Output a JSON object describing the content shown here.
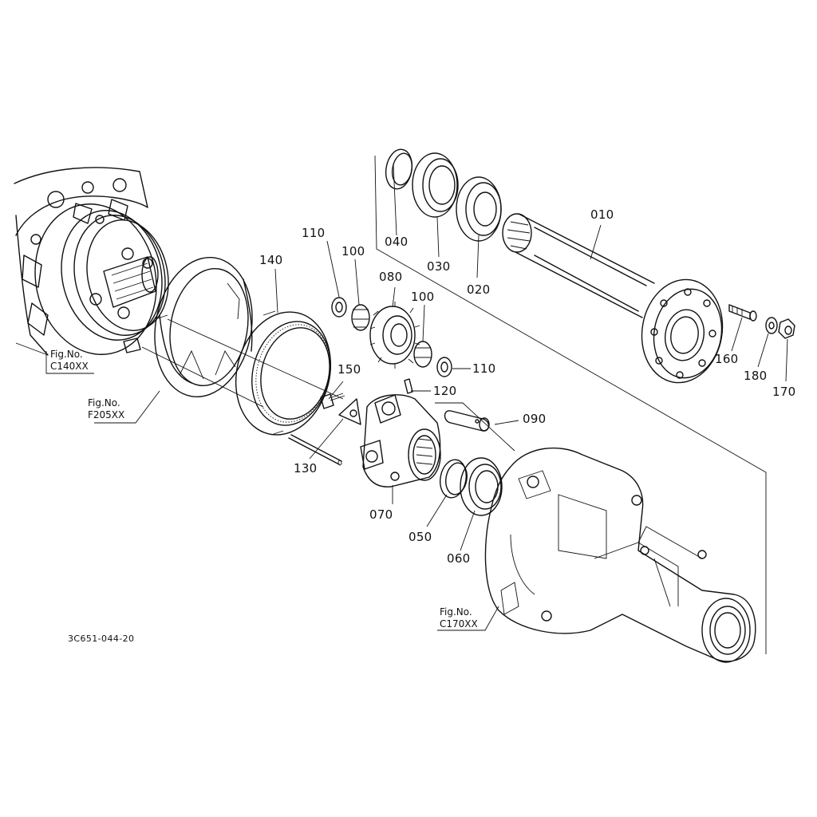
{
  "diagram": {
    "doc_id": "3C651-044-20",
    "part_labels": [
      {
        "id": "p010",
        "text": "010"
      },
      {
        "id": "p020",
        "text": "020"
      },
      {
        "id": "p030",
        "text": "030"
      },
      {
        "id": "p040",
        "text": "040"
      },
      {
        "id": "p050",
        "text": "050"
      },
      {
        "id": "p060",
        "text": "060"
      },
      {
        "id": "p070",
        "text": "070"
      },
      {
        "id": "p080",
        "text": "080"
      },
      {
        "id": "p090",
        "text": "090"
      },
      {
        "id": "p100a",
        "text": "100"
      },
      {
        "id": "p100b",
        "text": "100"
      },
      {
        "id": "p110a",
        "text": "110"
      },
      {
        "id": "p110b",
        "text": "110"
      },
      {
        "id": "p120",
        "text": "120"
      },
      {
        "id": "p130",
        "text": "130"
      },
      {
        "id": "p140",
        "text": "140"
      },
      {
        "id": "p150",
        "text": "150"
      },
      {
        "id": "p160",
        "text": "160"
      },
      {
        "id": "p170",
        "text": "170"
      },
      {
        "id": "p180",
        "text": "180"
      }
    ],
    "fig_refs": [
      {
        "id": "c140",
        "line1": "Fig.No.",
        "line2": "C140XX"
      },
      {
        "id": "f205",
        "line1": "Fig.No.",
        "line2": "F205XX"
      },
      {
        "id": "c170",
        "line1": "Fig.No.",
        "line2": "C170XX"
      }
    ]
  }
}
